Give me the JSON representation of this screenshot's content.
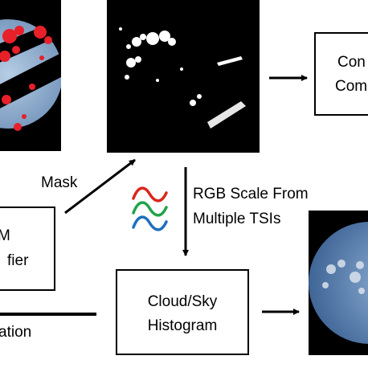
{
  "blocks": {
    "classifier_line1": "M",
    "classifier_line2": "fier",
    "top_right_line1": "Con",
    "top_right_line2": "Com",
    "histogram_line1": "Cloud/Sky",
    "histogram_line2": "Histogram"
  },
  "labels": {
    "mask": "Mask",
    "rgb_scale_line1": "RGB Scale From",
    "rgb_scale_line2": "Multiple TSIs",
    "bottom_left_fragment": "ation"
  },
  "rgb_wave_colors": [
    "#d9261c",
    "#22a34a",
    "#1f6fbf"
  ],
  "image_panels": {
    "sky_mask_overlay_color": "#e8202a",
    "sky_color": "#8fb0d0",
    "mask_background": "#000000",
    "mask_foreground": "#ffffff"
  }
}
